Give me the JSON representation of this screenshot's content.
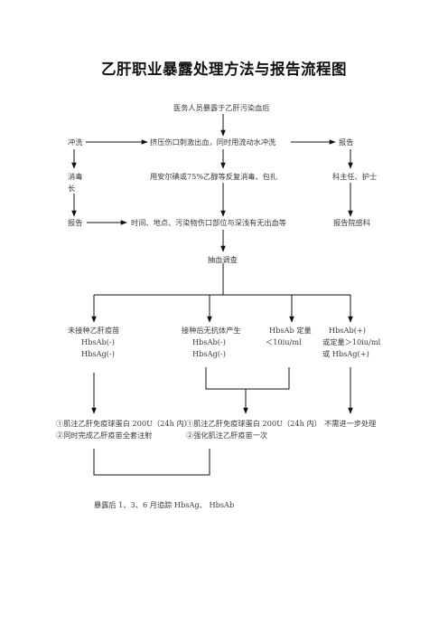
{
  "title": "乙肝职业暴露处理方法与报告流程图",
  "nodes": {
    "start": "医务人员暴露于乙肝污染血后",
    "rinse": "冲洗",
    "rinse_detail": "挤压伤口刺激出血，同时用流动水冲洗",
    "report_1": "报告",
    "disinfect": "消毒",
    "disinfect_wrap": "长",
    "disinfect_detail": "用安尔碘或75%乙醇等反复消毒、包扎",
    "director": "科主任、护士",
    "report_2": "报告",
    "report_detail": "时间、地点、污染物伤口部位与深浅有无出血等",
    "report_infection": "报告院感科",
    "blood_test": "抽血调查",
    "branch_1": [
      "未接种乙肝疫苗",
      "HbsAb(-)",
      "HbsAg(-)"
    ],
    "branch_2": [
      "接种后无抗体产生",
      "HbsAb(-)",
      "HbsAg(-)"
    ],
    "branch_3": [
      "HbsAb 定量",
      "＜10iu/ml"
    ],
    "branch_4": [
      "HbsAb(+)",
      "或定量＞10iu/ml",
      "或 HbsAg(+)"
    ],
    "action_1": [
      "①肌注乙肝免疫球蛋白 200U（24h 内）",
      "②同时完成乙肝疫苗全套注射"
    ],
    "action_2": [
      "①肌注乙肝免疫球蛋白 200U（24h 内）",
      "②强化肌注乙肝疫苗一次"
    ],
    "action_3": "不需进一步处理",
    "followup": "暴露后 1、3、6 月追踪 HbsAg、 HbsAb"
  }
}
